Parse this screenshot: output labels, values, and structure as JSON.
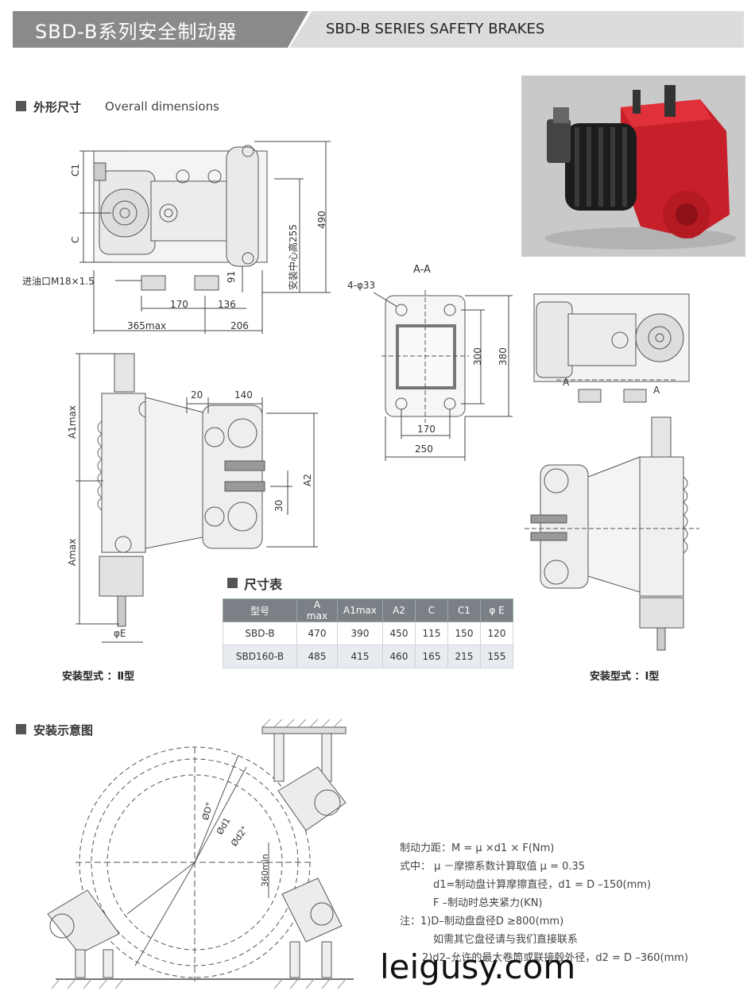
{
  "header": {
    "title_cn": "SBD-B系列安全制动器",
    "title_en": "SBD-B SERIES SAFETY BRAKES"
  },
  "section_overall": {
    "title_cn": "外形尺寸",
    "title_en": "Overall dimensions"
  },
  "top_drawing": {
    "labels": {
      "c1": "C1",
      "c": "C",
      "oil_inlet": "进油口M18×1.5",
      "d91": "91",
      "d170": "170",
      "d136": "136",
      "d365": "365max",
      "d206": "206",
      "install_center": "安装中心高255",
      "d490": "490"
    }
  },
  "aa_section": {
    "title": "A-A",
    "holes": "4-φ33",
    "d300": "300",
    "d380": "380",
    "d170": "170",
    "d250": "250"
  },
  "side_drawing": {
    "labels": {
      "a1max": "A1max",
      "amax": "Amax",
      "d20": "20",
      "d140": "140",
      "a2": "A2",
      "d30": "30",
      "phie": "φE"
    },
    "mount_type": "安装型式 ：Ⅱ型"
  },
  "right_drawing": {
    "label_a_left": "A",
    "label_a_right": "A",
    "mount_type": "安装型式 ：Ⅰ型"
  },
  "size_table": {
    "title": "尺寸表",
    "headers": [
      "型号",
      "A max",
      "A1max",
      "A2",
      "C",
      "C1",
      "φ E"
    ],
    "rows": [
      [
        "SBD-B",
        "470",
        "390",
        "450",
        "115",
        "150",
        "120"
      ],
      [
        "SBD160-B",
        "485",
        "415",
        "460",
        "165",
        "215",
        "155"
      ]
    ]
  },
  "section_install": {
    "title_cn": "安装示意图"
  },
  "install_drawing": {
    "labels": {
      "d_outer": "ØD°",
      "d1": "Ød1",
      "d2": "Ød2°",
      "min360": "360min"
    }
  },
  "formula": {
    "line1": "制动力距：M = μ ×d1 × F(Nm)",
    "line2": "式中：  μ －摩擦系数计算取值 μ = 0.35",
    "line3": "d1=制动盘计算摩擦直径，d1 = D –150(mm)",
    "line4": "F –制动时总夹紧力(KN)",
    "line5": "注：1)D–制动盘盘径D ≥800(mm)",
    "line6": "如需其它盘径请与我们直接联系",
    "line7": "2)d2–允许的最大卷筒或联接毂外径，d2 = D –360(mm)"
  },
  "watermark": "leigusy.com",
  "colors": {
    "header_dark": "#8a8a8a",
    "header_light": "#dcdcdc",
    "table_header": "#7b7f86",
    "brake_red": "#c8202a",
    "photo_bg": "#c9c9c9"
  }
}
